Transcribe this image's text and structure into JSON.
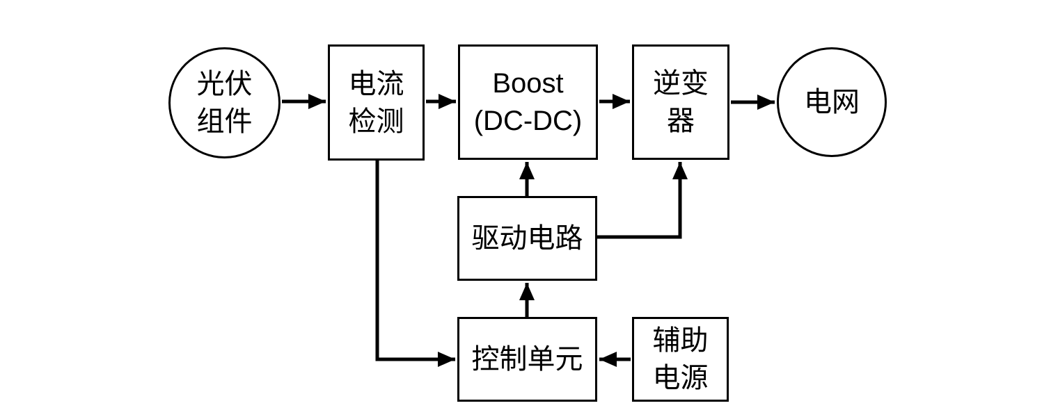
{
  "diagram": {
    "type": "block-diagram",
    "line_color": "#000000",
    "background_color": "#ffffff",
    "nodes": {
      "pv": {
        "label": "光伏\n组件",
        "shape": "ellipse"
      },
      "current": {
        "label": "电流\n检测",
        "shape": "rect"
      },
      "boost": {
        "label": "Boost\n(DC-DC)",
        "shape": "rect"
      },
      "inverter": {
        "label": "逆变\n器",
        "shape": "rect"
      },
      "grid": {
        "label": "电网",
        "shape": "ellipse"
      },
      "drive": {
        "label": "驱动电路",
        "shape": "rect"
      },
      "control": {
        "label": "控制单元",
        "shape": "rect"
      },
      "aux": {
        "label": "辅助\n电源",
        "shape": "rect"
      }
    },
    "edges": [
      {
        "from": "pv",
        "to": "current"
      },
      {
        "from": "current",
        "to": "boost"
      },
      {
        "from": "boost",
        "to": "inverter"
      },
      {
        "from": "inverter",
        "to": "grid"
      },
      {
        "from": "drive",
        "to": "boost"
      },
      {
        "from": "drive",
        "to": "inverter"
      },
      {
        "from": "control",
        "to": "drive"
      },
      {
        "from": "current",
        "to": "control"
      },
      {
        "from": "aux",
        "to": "control"
      }
    ]
  }
}
